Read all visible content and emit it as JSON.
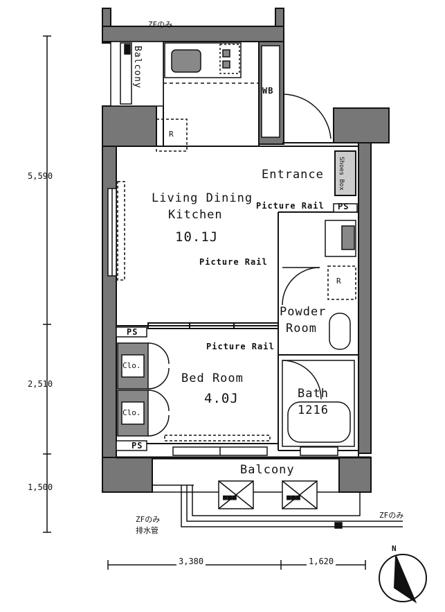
{
  "rooms": {
    "ldk_line1": "Living Dining",
    "ldk_line2": "Kitchen",
    "ldk_area": "10.1J",
    "entrance": "Entrance",
    "bedroom": "Bed Room",
    "bedroom_area": "4.0J",
    "powder_line1": "Powder",
    "powder_line2": "Room",
    "bath": "Bath",
    "bath_size": "1216",
    "balcony_bottom": "Balcony",
    "balcony_top": "Balcony"
  },
  "fixtures": {
    "picture_rail": "Picture Rail",
    "ps": "PS",
    "wb": "WB",
    "clo": "Clo.",
    "shoes_box": "Shoes Box",
    "r": "R",
    "outdoor_unit": "■■■"
  },
  "notes": {
    "zf_only": "ZFのみ",
    "zf_only_drain": "ZFのみ",
    "drain_pipe": "排水管"
  },
  "dimensions": {
    "left": [
      "5,590",
      "2,510",
      "1,500"
    ],
    "bottom": [
      "3,380",
      "1,620"
    ]
  },
  "compass": {
    "north": "N"
  }
}
